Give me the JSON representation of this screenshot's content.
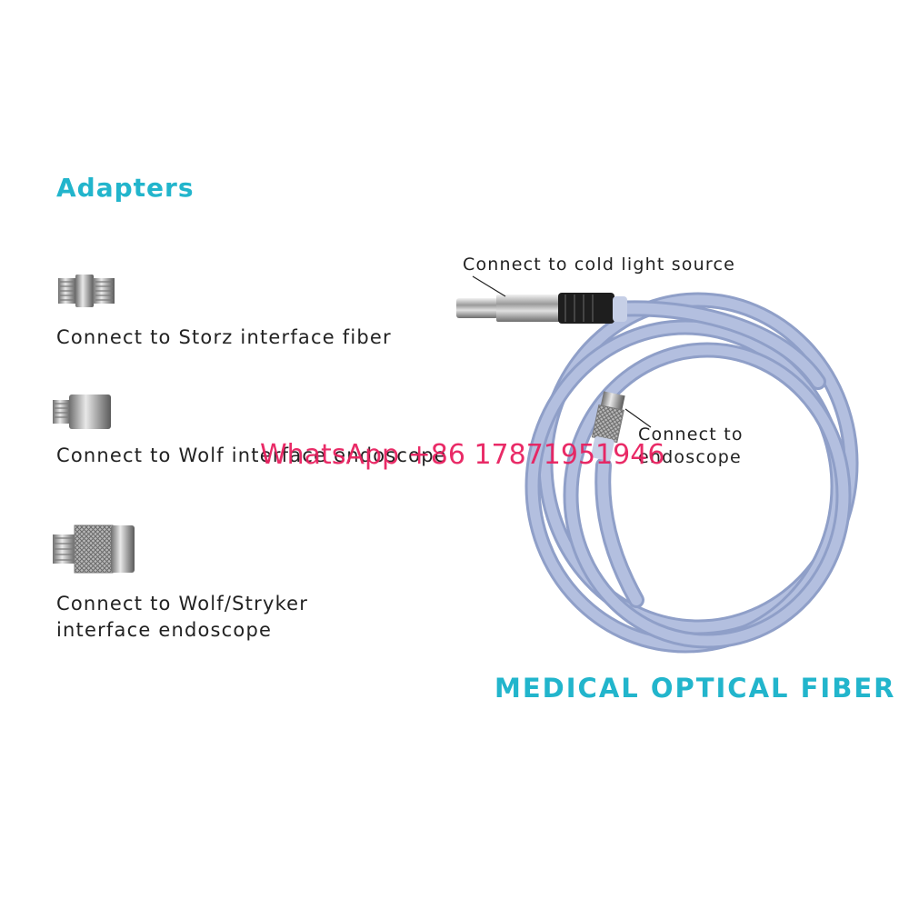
{
  "adapters": {
    "heading": "Adapters",
    "items": [
      {
        "label": "Connect to Storz interface fiber"
      },
      {
        "label": "Connect to Wolf interface endoscope"
      },
      {
        "label_line1": "Connect to Wolf/Stryker",
        "label_line2": "interface endoscope"
      }
    ]
  },
  "fiber": {
    "heading": "MEDICAL OPTICAL FIBER",
    "callout_light_source": "Connect to cold light source",
    "callout_endoscope_line1": "Connect to",
    "callout_endoscope_line2": "endoscope"
  },
  "watermark": "WhatsApp +86 17871951946",
  "colors": {
    "accent": "#22b5cc",
    "cable": "#a9b6d8",
    "watermark": "#e8205f"
  }
}
